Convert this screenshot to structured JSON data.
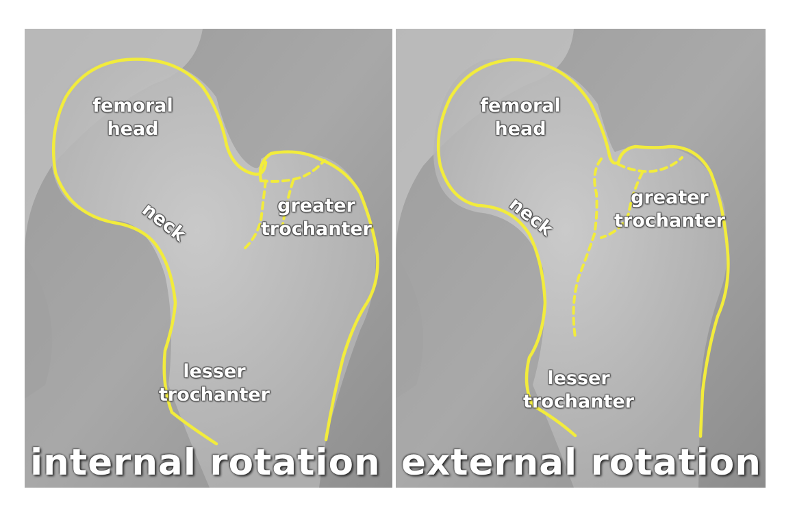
{
  "panels": [
    {
      "caption": "internal rotation",
      "labels": {
        "femoral_head": "femoral\nhead",
        "neck": "neck",
        "greater_trochanter": "greater\ntrochanter",
        "lesser_trochanter": "lesser\ntrochanter"
      }
    },
    {
      "caption": "external rotation",
      "labels": {
        "femoral_head": "femoral\nhead",
        "neck": "neck",
        "greater_trochanter": "greater\ntrochanter",
        "lesser_trochanter": "lesser\ntrochanter"
      }
    }
  ],
  "colors": {
    "outline": "#f2ec3c",
    "xray_light": "#b8b8b8",
    "xray_dark": "#7a7a7a"
  }
}
